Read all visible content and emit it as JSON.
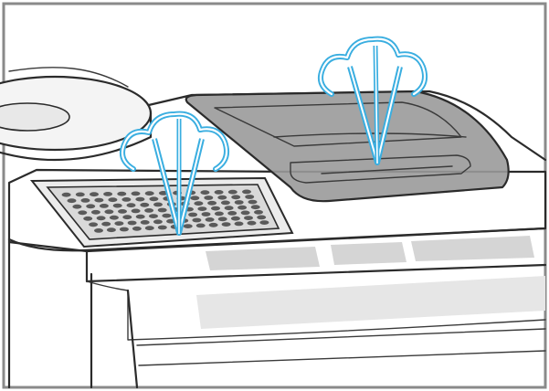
{
  "figure": {
    "subject": "appliance-top-view",
    "colors": {
      "frame": "#8a8a8a",
      "outline": "#2b2b2b",
      "steam_outer": "#3aaee0",
      "steam_inner": "#ffffff",
      "tray_fill": "#d9d9d9",
      "lid_fill": "#9a9a9a",
      "panel_fill": "#e6e6e6",
      "label_fill": "#d5d5d5"
    },
    "icons": [
      "steam-cloud-icon",
      "steam-cloud-icon"
    ],
    "drip_tray": {
      "hole_rows": 7,
      "holes_per_row": 14
    }
  }
}
